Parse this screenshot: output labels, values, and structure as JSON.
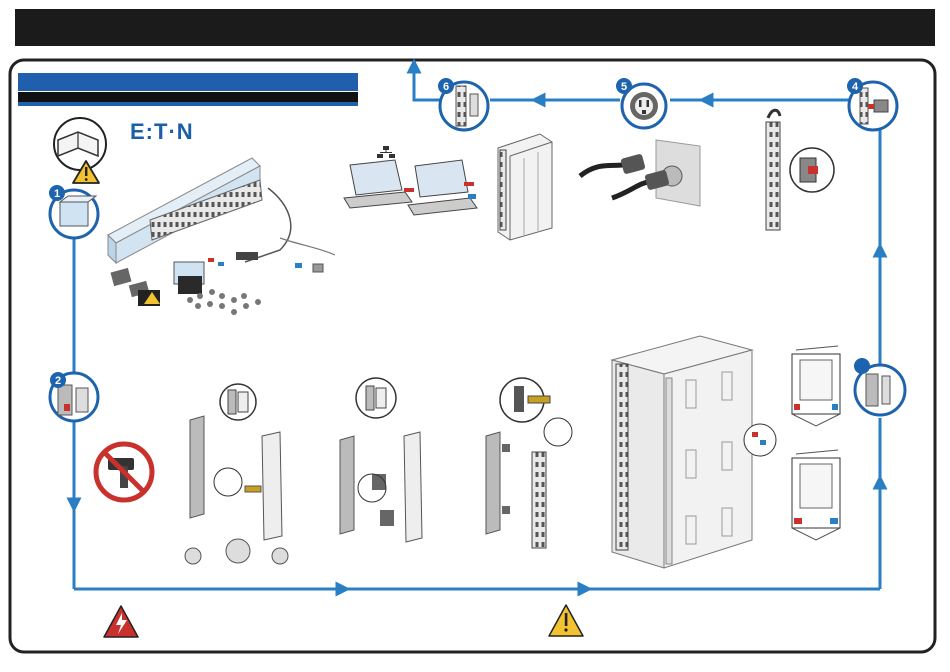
{
  "brand": {
    "logo_text": "E:T·N"
  },
  "colors": {
    "title_bar": "#1b1b1b",
    "banner_blue": "#1f5fad",
    "flow_line": "#2a7fc4",
    "step_badge": "#1e63ad",
    "warning_yellow": "#f2c230",
    "danger_red": "#c9312c",
    "frame": "#222222"
  },
  "steps": [
    {
      "number": "1",
      "icon": "package-box-icon"
    },
    {
      "number": "2",
      "icon": "rack-rail-icon"
    },
    {
      "number": "",
      "icon": "rack-side-icon"
    },
    {
      "number": "4",
      "icon": "pdu-plug-icon"
    },
    {
      "number": "5",
      "icon": "power-outlet-icon"
    },
    {
      "number": "6",
      "icon": "pdu-network-icon"
    }
  ],
  "icons": {
    "manual": "open-manual-icon",
    "warning": "warning-triangle-icon",
    "electric_hazard": "electric-hazard-icon",
    "no_power_tool": "no-power-drill-icon",
    "network": "network-icon"
  }
}
